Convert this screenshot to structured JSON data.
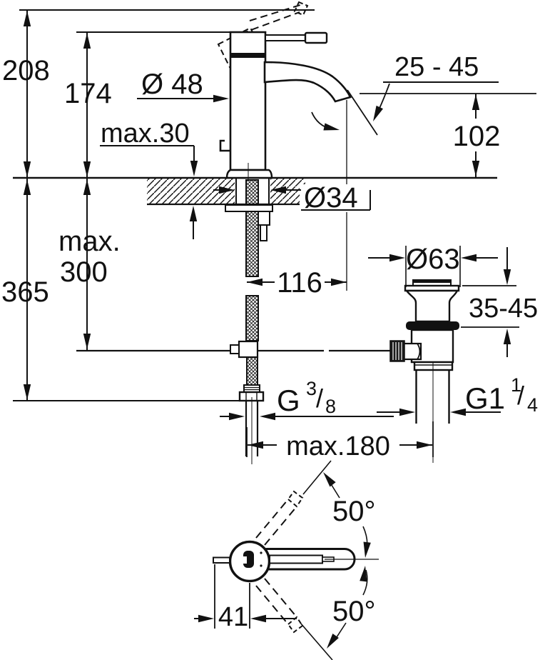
{
  "meta": {
    "type": "technical-dimension-drawing",
    "subject": "single-lever basin mixer faucet with pop-up waste, side view and top view",
    "units": "mm"
  },
  "colors": {
    "ink": "#111111",
    "background": "#ffffff"
  },
  "labels": {
    "overall_height": "208",
    "spout_base_height": "174",
    "body_diameter": "Ø 48",
    "aerator_angle_range": "25 - 45",
    "spout_outlet_height": "102",
    "deck_thickness_max": "max.30",
    "deck_hole_diameter": "Ø34",
    "hose_clearance_line1": "max.",
    "hose_clearance_line2": "300",
    "total_depth": "365",
    "spout_reach": "116",
    "waste_flange_diameter": "Ø63",
    "basin_thickness_range": "35-45",
    "hose_thread_prefix": "G",
    "hose_thread_numerator": "3",
    "hose_thread_slash": "/",
    "hose_thread_denominator": "8",
    "waste_thread_prefix": "G1",
    "waste_thread_numerator": "1",
    "waste_thread_slash": "/",
    "waste_thread_denominator": "4",
    "rod_spacing_max": "max.180",
    "handle_swivel_upper": "50°",
    "handle_swivel_lower": "50°",
    "handle_axis_offset": "41"
  }
}
